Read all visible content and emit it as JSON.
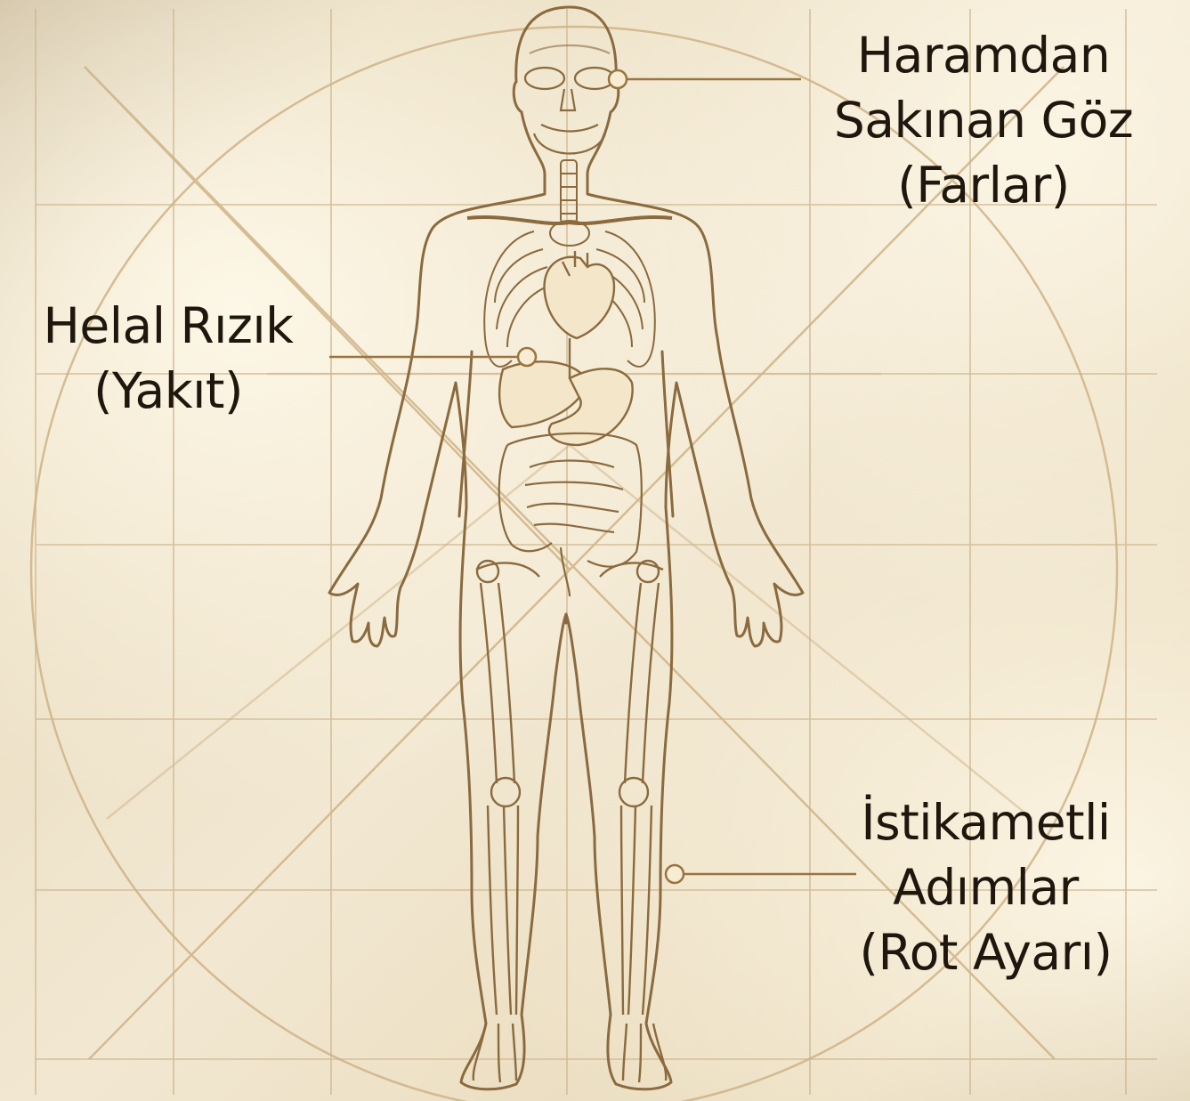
{
  "labels": {
    "eye": {
      "lines": [
        "Haramdan",
        "Sakınan Göz",
        "(Farlar)"
      ]
    },
    "fuel": {
      "lines": [
        "Helal Rızık",
        "(Yakıt)"
      ]
    },
    "steps": {
      "lines": [
        "İstikametli",
        "Adımlar",
        "(Rot Ayarı)"
      ]
    }
  },
  "colors": {
    "paper": "#efe2c3",
    "grid": "#cdb58c",
    "drawing": "#8a6a3e",
    "leader": "#9a7440",
    "text": "#1f160d"
  }
}
